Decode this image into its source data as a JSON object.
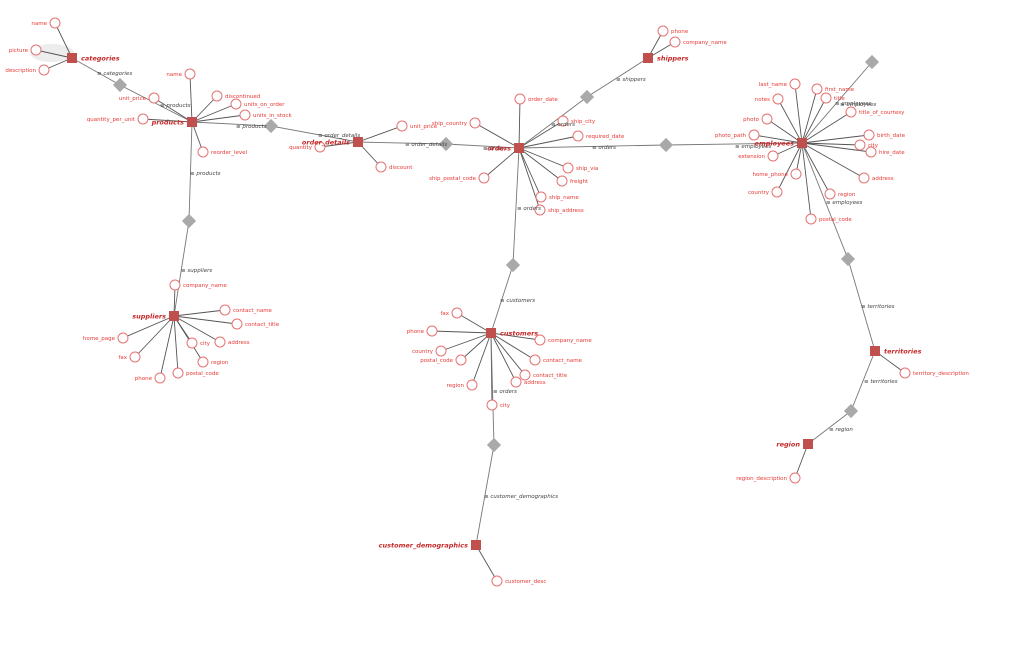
{
  "colors": {
    "entity": "#c0504d",
    "attribute_stroke": "#e57373",
    "relationship": "#a9a9a9",
    "edge": "#555555"
  },
  "entities": [
    {
      "id": "categories",
      "label": "categories"
    },
    {
      "id": "products",
      "label": "products"
    },
    {
      "id": "order_details",
      "label": "order_details"
    },
    {
      "id": "orders",
      "label": "orders"
    },
    {
      "id": "shippers",
      "label": "shippers"
    },
    {
      "id": "employees",
      "label": "employees"
    },
    {
      "id": "suppliers",
      "label": "suppliers"
    },
    {
      "id": "customers",
      "label": "customers"
    },
    {
      "id": "customer_demographics",
      "label": "customer_demographics"
    },
    {
      "id": "territories",
      "label": "territories"
    },
    {
      "id": "region",
      "label": "region"
    }
  ],
  "attributes": [
    {
      "entity": "categories",
      "label": "name"
    },
    {
      "entity": "categories",
      "label": "picture"
    },
    {
      "entity": "categories",
      "label": "description"
    },
    {
      "entity": "products",
      "label": "name"
    },
    {
      "entity": "products",
      "label": "discontinued"
    },
    {
      "entity": "products",
      "label": "units_on_order"
    },
    {
      "entity": "products",
      "label": "units_in_stock"
    },
    {
      "entity": "products",
      "label": "unit_price"
    },
    {
      "entity": "products",
      "label": "quantity_per_unit"
    },
    {
      "entity": "products",
      "label": "reorder_level"
    },
    {
      "entity": "order_details",
      "label": "unit_price"
    },
    {
      "entity": "order_details",
      "label": "quantity"
    },
    {
      "entity": "order_details",
      "label": "discount"
    },
    {
      "entity": "orders",
      "label": "order_date"
    },
    {
      "entity": "orders",
      "label": "ship_country"
    },
    {
      "entity": "orders",
      "label": "ship_city"
    },
    {
      "entity": "orders",
      "label": "required_date"
    },
    {
      "entity": "orders",
      "label": "ship_via"
    },
    {
      "entity": "orders",
      "label": "freight"
    },
    {
      "entity": "orders",
      "label": "ship_postal_code"
    },
    {
      "entity": "orders",
      "label": "ship_name"
    },
    {
      "entity": "orders",
      "label": "ship_address"
    },
    {
      "entity": "shippers",
      "label": "phone"
    },
    {
      "entity": "shippers",
      "label": "company_name"
    },
    {
      "entity": "employees",
      "label": "last_name"
    },
    {
      "entity": "employees",
      "label": "first_name"
    },
    {
      "entity": "employees",
      "label": "title"
    },
    {
      "entity": "employees",
      "label": "notes"
    },
    {
      "entity": "employees",
      "label": "title_of_courtesy"
    },
    {
      "entity": "employees",
      "label": "photo"
    },
    {
      "entity": "employees",
      "label": "birth_date"
    },
    {
      "entity": "employees",
      "label": "photo_path"
    },
    {
      "entity": "employees",
      "label": "city"
    },
    {
      "entity": "employees",
      "label": "hire_date"
    },
    {
      "entity": "employees",
      "label": "extension"
    },
    {
      "entity": "employees",
      "label": "home_phone"
    },
    {
      "entity": "employees",
      "label": "address"
    },
    {
      "entity": "employees",
      "label": "country"
    },
    {
      "entity": "employees",
      "label": "region"
    },
    {
      "entity": "employees",
      "label": "postal_code"
    },
    {
      "entity": "suppliers",
      "label": "company_name"
    },
    {
      "entity": "suppliers",
      "label": "contact_name"
    },
    {
      "entity": "suppliers",
      "label": "contact_title"
    },
    {
      "entity": "suppliers",
      "label": "home_page"
    },
    {
      "entity": "suppliers",
      "label": "city"
    },
    {
      "entity": "suppliers",
      "label": "address"
    },
    {
      "entity": "suppliers",
      "label": "fax"
    },
    {
      "entity": "suppliers",
      "label": "region"
    },
    {
      "entity": "suppliers",
      "label": "phone"
    },
    {
      "entity": "suppliers",
      "label": "postal_code"
    },
    {
      "entity": "customers",
      "label": "fax"
    },
    {
      "entity": "customers",
      "label": "phone"
    },
    {
      "entity": "customers",
      "label": "company_name"
    },
    {
      "entity": "customers",
      "label": "country"
    },
    {
      "entity": "customers",
      "label": "postal_code"
    },
    {
      "entity": "customers",
      "label": "contact_name"
    },
    {
      "entity": "customers",
      "label": "contact_title"
    },
    {
      "entity": "customers",
      "label": "address"
    },
    {
      "entity": "customers",
      "label": "region"
    },
    {
      "entity": "customers",
      "label": "city"
    },
    {
      "entity": "customer_demographics",
      "label": "customer_desc"
    },
    {
      "entity": "territories",
      "label": "territory_description"
    },
    {
      "entity": "region",
      "label": "region_description"
    }
  ],
  "relationships": [
    {
      "from": "categories",
      "to": "products",
      "from_role": "categories",
      "to_role": "products"
    },
    {
      "from": "products",
      "to": "order_details",
      "from_role": "products",
      "to_role": "order_details"
    },
    {
      "from": "order_details",
      "to": "orders",
      "from_role": "order_details",
      "to_role": "orders"
    },
    {
      "from": "orders",
      "to": "shippers",
      "from_role": "orders",
      "to_role": "shippers"
    },
    {
      "from": "orders",
      "to": "employees",
      "from_role": "orders",
      "to_role": "employees"
    },
    {
      "from": "products",
      "to": "suppliers",
      "from_role": "products",
      "to_role": "suppliers"
    },
    {
      "from": "orders",
      "to": "customers",
      "from_role": "orders",
      "to_role": "customers"
    },
    {
      "from": "customers",
      "to": "customer_demographics",
      "from_role": "orders",
      "to_role": "customer_demographics"
    },
    {
      "from": "employees",
      "to": "territories",
      "from_role": "employees",
      "to_role": "territories"
    },
    {
      "from": "territories",
      "to": "region",
      "from_role": "territories",
      "to_role": "region"
    },
    {
      "from": "employees",
      "to": "employees",
      "from_role": "employees",
      "to_role": "employees"
    }
  ]
}
